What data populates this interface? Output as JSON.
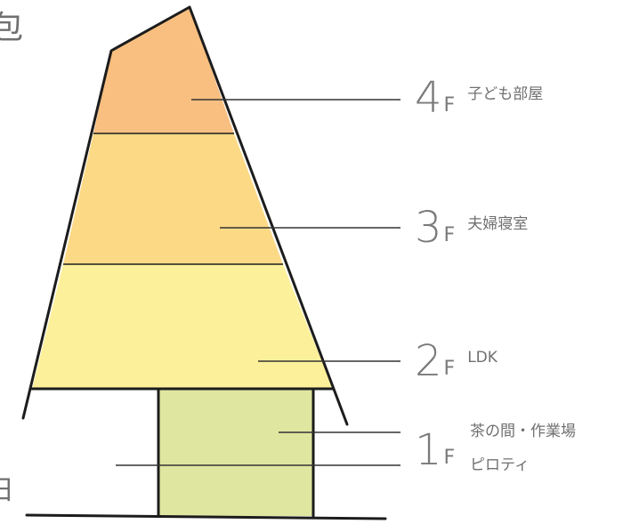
{
  "edge_glyphs": {
    "top_left": "包",
    "bottom_left": "日"
  },
  "floors": [
    {
      "num": "4",
      "suffix": "F",
      "label": "子ども部屋"
    },
    {
      "num": "3",
      "suffix": "F",
      "label": "夫婦寝室"
    },
    {
      "num": "2",
      "suffix": "F",
      "label": "LDK"
    },
    {
      "num": "1",
      "suffix": "F",
      "labels": [
        "茶の間・作業場",
        "ピロティ"
      ]
    }
  ],
  "colors": {
    "floor4": "#f8bf80",
    "floor3": "#fcd985",
    "floor2": "#fdf09b",
    "floor1": "#dfe6a0",
    "outline": "#1c1c1c",
    "leader": "#333333",
    "text": "#707070"
  }
}
